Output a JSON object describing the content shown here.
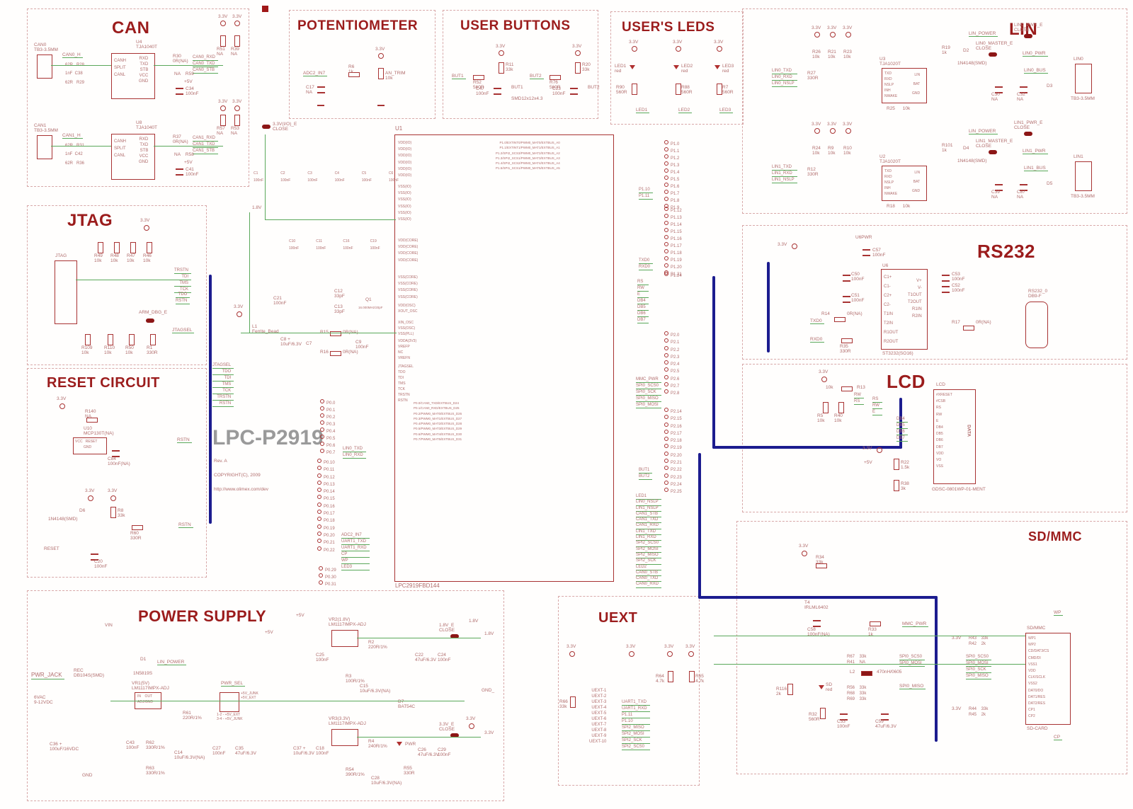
{
  "board": {
    "name": "LPC-P2919",
    "rev": "Rev. A",
    "copyright": "COPYRIGHT(C), 2009",
    "url": "http://www.olimex.com/dev",
    "mcu_ref": "U1",
    "mcu_part": "LPC2919FBD144"
  },
  "colors": {
    "title_red": "#9b1c1c",
    "component_red": "#a83232",
    "label_red": "#b06c6c",
    "wire_green": "#5aa85a",
    "bus_blue": "#1c1c8f"
  },
  "blocks": {
    "can": {
      "title": "CAN",
      "ch0": {
        "conn": "CAN0\nTB3-3.5MM",
        "net_in": "CAN0_H",
        "rin": [
          "62R   R28",
          "1nF  C38",
          "62R   R29"
        ],
        "ic": "U4\nTJA1040T",
        "pl": [
          "CANH",
          "SPLIT",
          "CANL"
        ],
        "pr": [
          "RXD",
          "TXD",
          "STB",
          "VCC",
          "GND"
        ],
        "rs": "R30\n0R(NA)",
        "nets": [
          "CAN0_RXD",
          "CAN0_TXD",
          "CAN0_STB"
        ],
        "rstb": "NA    R59",
        "p5": "+5V",
        "cap": "C34\n100nF",
        "v33": [
          "3.3V",
          "3.3V"
        ],
        "pu": [
          "R51\nNA",
          "R39\nNA"
        ]
      },
      "ch1": {
        "conn": "CAN1\nTB3-3.5MM",
        "net_in": "CAN1_H",
        "rin": [
          "62R   R31",
          "1nF  C42",
          "62R   R36"
        ],
        "ic": "U8\nTJA1040T",
        "pl": [
          "CANH",
          "SPLIT",
          "CANL"
        ],
        "pr": [
          "RXD",
          "TXD",
          "STB",
          "VCC",
          "GND"
        ],
        "rs": "R37\n0R(NA)",
        "nets": [
          "CAN1_RXD",
          "CAN1_TXD",
          "CAN1_STB"
        ],
        "rstb": "NA    R58",
        "p5": "+5V",
        "cap": "C41\n100nF",
        "v33": [
          "3.3V",
          "3.3V"
        ],
        "pu": [
          "R57\nNA",
          "R53\nNA"
        ]
      }
    },
    "jtag": {
      "title": "JTAG",
      "v33": "3.3V",
      "conn": "JTAG",
      "pullups": [
        "R49\n10k",
        "R48\n10k",
        "R47\n10k",
        "R46\n10k"
      ],
      "sig1": [
        "TRSTN",
        "TDI",
        "TMS",
        "TCK"
      ],
      "sig2": [
        "TDO",
        "RSTN"
      ],
      "jumper": "ARM_DBG_E",
      "net": "JTAGSEL",
      "bottom": [
        "R109\n10k",
        "R110\n10k",
        "R50\n10k",
        "R1\n330R"
      ]
    },
    "reset": {
      "title": "RESET CIRCUIT",
      "v33": [
        "3.3V",
        "3.3V",
        "3.3V"
      ],
      "r140": "R140\nNA",
      "u10": "U10\nMCP130T(NA)",
      "u10_pl": "VCC   RESET",
      "u10_gnd": "GND",
      "c84": "C84\n100nF(NA)",
      "rstn": "RSTN",
      "d6": "D6",
      "d6v": "1N4148(SMD)",
      "r8": "R8\n33k",
      "r60": "R60\n330R",
      "rstn2": "RSTN",
      "btn": "RESET",
      "c20": "C20\n100nF"
    },
    "pot": {
      "title": "POTENTIOMETER",
      "v33": "3.3V",
      "net": "ADC2_IN7",
      "r6": "R6\n1k",
      "trim": "AN_TRIM\n10k",
      "c17": "C17\nNA"
    },
    "buttons": {
      "title": "USER BUTTONS",
      "v33": [
        "3.3V",
        "3.3V"
      ],
      "b1": {
        "net": "BUT1",
        "rs": "R52\n560R",
        "rp": "R11\n33k",
        "cap": "C47\n100nF",
        "btn": "BUT1",
        "pkg": "SMD12x12x4.3"
      },
      "b2": {
        "net": "BUT2",
        "rs": "R76\n560R",
        "rp": "R20\n33k",
        "cap": "C23\n100nF",
        "btn": "BUT2"
      }
    },
    "leds": {
      "title": "USER'S LEDS",
      "v33": [
        "3.3V",
        "3.3V",
        "3.3V"
      ],
      "l1": {
        "led": "LED1\nred",
        "r": "R90\n560R",
        "net": "LED1"
      },
      "l2": {
        "led": "LED2\nred",
        "r": "R88\n560R",
        "net": "LED2"
      },
      "l3": {
        "led": "LED3\nred",
        "r": "R7\n560R",
        "net": "LED3"
      }
    },
    "lin": {
      "title": "LIN",
      "ch0": {
        "nets": [
          "LIN0_TXD",
          "LIN0_RXD",
          "LIN0_NSLP"
        ],
        "rser": "R27\n330R",
        "v33": [
          "3.3V",
          "3.3V",
          "3.3V"
        ],
        "pu": [
          "R26\n10k",
          "R21\n10k",
          "R23\n10k"
        ],
        "ic": "U3\nTJA1020T",
        "pl": [
          "TXD",
          "RXD",
          "NSLP",
          "INH",
          "NWAKE"
        ],
        "pr": [
          "LIN",
          "BAT",
          "GND"
        ],
        "rwake": "R25      10k",
        "rlin": "R19\n1k",
        "d": "D2",
        "dv": "1N4148(SMD)",
        "master": "LIN0_MASTER_E\nCLOSE",
        "pwr_net": "LIN_POWER",
        "pwr_e": "LIN0_PWR_E\nCLOSE",
        "pwr": "LIN0_PWR",
        "bus": "LIN0_BUS",
        "caps": [
          "C30\nNA",
          "C32\nNA"
        ],
        "dz": "D3",
        "conn": "LIN0",
        "connv": "TB3-3.5MM"
      },
      "ch1": {
        "nets": [
          "LIN1_TXD",
          "LIN1_RXD",
          "LIN1_NSLP"
        ],
        "rser": "R12\n330R",
        "v33": [
          "3.3V",
          "3.3V",
          "3.3V"
        ],
        "pu": [
          "R24\n10k",
          "R9\n10k",
          "R10\n10k"
        ],
        "ic": "U2\nTJA1020T",
        "pl": [
          "TXD",
          "RXD",
          "NSLP",
          "INH",
          "NWAKE"
        ],
        "pr": [
          "LIN",
          "BAT",
          "GND"
        ],
        "rwake": "R18      10k",
        "rlin": "R101\n1k",
        "d": "D4",
        "dv": "1N4148(SMD)",
        "master": "LIN1_MASTER_E\nCLOSE",
        "pwr_net": "LIN_POWER",
        "pwr_e": "LIN1_PWR_E\nCLOSE",
        "pwr": "LIN1_PWR",
        "bus": "LIN1_BUS",
        "caps": [
          "C39\nNA",
          "C87\nNA"
        ],
        "dz": "D5",
        "conn": "LIN1",
        "connv": "TB3-3.5MM"
      }
    },
    "rs232": {
      "title": "RS232",
      "v33": "3.3V",
      "u6pwr": "U6PWR",
      "c57": "C57\n100nF",
      "ic_ref": "U6",
      "ic_part": "ST3232(SO16)",
      "pl": [
        "C1+",
        "C1-",
        "C2+",
        "C2-",
        "T1IN",
        "T2IN",
        "R1OUT",
        "R2OUT"
      ],
      "pr": [
        "V+",
        "V-",
        "T1OUT",
        "T2OUT",
        "R1IN",
        "R2IN"
      ],
      "c50": "C50\n100nF",
      "c51": "C51\n100nF",
      "c53": "C53\n100nF",
      "c52": "C52\n100nF",
      "r14": "R14",
      "r14v": "0R(NA)",
      "txd": "TXD0",
      "rxd": "RXD0",
      "r35": "R35\n330R",
      "r17": "R17",
      "r17v": "0R(NA)",
      "conn": "RS232_0\nDB9-F"
    },
    "lcd": {
      "title": "LCD",
      "v33": [
        "3.3V",
        "3.3V"
      ],
      "p5": "+5V",
      "r13": "10k",
      "r13r": "R13",
      "r5": "R5\n10k",
      "r40": "R40\n10k",
      "pull_nets": [
        "RW",
        "RS"
      ],
      "ctl_nets": [
        "RS",
        "RW",
        "E"
      ],
      "data_nets": [
        "DB4",
        "DB5",
        "DB6",
        "DB7"
      ],
      "conn": "LCD",
      "pins": [
        "#XRESET",
        "#CSB",
        "RS",
        "RW",
        "E",
        "DB4",
        "DB5",
        "DB6",
        "DB7",
        "VDD",
        "VO",
        "VSS"
      ],
      "vert": "DATA",
      "part": "GDSC-0801WP-01-MENT",
      "r22": "R22\n1.5k",
      "r38": "R38\n3k"
    },
    "sdmmc": {
      "title": "SD/MMC",
      "v33": [
        "3.3V",
        "3.3V",
        "3.3V"
      ],
      "r34": "R34\n33k",
      "t4": "T4\nIRLML6402",
      "c58": "C58\n100nF(NA)",
      "r33": "R33\n1k",
      "mmc": "MMC_PWR",
      "rnet1": [
        "R67    33k",
        "R41    NA"
      ],
      "nets1": [
        "SPI0_SCS0",
        "SPI0_MOSI"
      ],
      "l2": "L2",
      "l2v": "470nH/0605",
      "rnet2": [
        "R56    33k",
        "R68    33k",
        "R69    33k"
      ],
      "net_miso": "SPI0_MISO",
      "r116": "R116\n2k",
      "sdled": "SD\nred",
      "r32": "R32\n560R",
      "c33": "C33\n100nF",
      "c59": "C59\n47uF/6.3V",
      "wp": "WP",
      "rwp": [
        "R43    33k",
        "R42    2k"
      ],
      "conn_hdr": "SD/MMC",
      "pins": [
        "WP1",
        "WP2",
        "CD/DAT3/CS",
        "CMD/DI",
        "VSS1",
        "VDD",
        "CLK/SCLK",
        "VSS2",
        "DAT0/DO",
        "DAT1/RES",
        "DAT2/RES",
        "CP1",
        "CP2"
      ],
      "conn_ftr": "SD-CARD",
      "spi_nets": [
        "SPI0_SCS0",
        "SPI0_MOSI",
        "SPI0_SCK",
        "SPI0_MISO"
      ],
      "rcp": [
        "R44    33k",
        "R45    2k"
      ],
      "cp": "CP"
    },
    "uext": {
      "title": "UEXT",
      "v33": [
        "3.3V",
        "3.3V",
        "3.3V",
        "3.3V"
      ],
      "r66": "R66\n33k",
      "r64": "R64\n4.7k",
      "r65": "R65\n4.7k",
      "pins": [
        "UEXT-1",
        "UEXT-2",
        "UEXT-3",
        "UEXT-4",
        "UEXT-5",
        "UEXT-6",
        "UEXT-7",
        "UEXT-8",
        "UEXT-9",
        "UEXT-10"
      ],
      "nets": [
        "UART1_TXD",
        "UART1_RXD",
        "P1.11",
        "P1.10",
        "SPI2_MISO",
        "SPI2_MOSI",
        "SPI2_SCK",
        "SPI2_SCS0"
      ]
    },
    "power": {
      "title": "POWER SUPPLY",
      "vin": "VIN",
      "jack": "PWR_JACK",
      "jack_v": "6VAC\n9-12VDC",
      "rec": "REC\nDB104S(SMD)",
      "d1": "D1",
      "d1v": "1N5819S",
      "lin_power": "LIN_POWER",
      "vr1": "VR1(5V)\nLM1117IMPX-ADJ",
      "vrp": "IN    OUT",
      "vrg": "ADJ/GND",
      "pwr_sel": "PWR_SEL",
      "sel_notes": "1-2 - +5V_EXT\n3-4 - +5V_JUNK",
      "sel_nets": "+5V_JUNK\n+5V_EXT",
      "c36": "C36 +\n100uF/16VDC",
      "c43": "C43\n100nF",
      "r62": "R62\n330R/1%",
      "r63": "R63\n330R/1%",
      "r61": "R61\n220R/1%",
      "c14": "C14\n10uF/6.3V(NA)",
      "c27": "C27\n100nF",
      "c35": "C35\n47uF/6.3V",
      "gnd": "GND",
      "p5a": "+5V",
      "p5b": "+5V",
      "vr2": "VR2(1.8V)\nLM1117IMPX-ADJ",
      "c25": "C25\n100nF",
      "r2": "R2\n220R/1%",
      "r3": "R3\n100R/1%",
      "c15": "C15\n10uF/6.3V(NA)",
      "e18": "1.8V_E\nCLOSE",
      "v18a": "1.8V",
      "v18b": "1.8V",
      "c22": "C22\n47uF/6.3V",
      "c24": "C24\n100nF",
      "gnd2": "GND_",
      "d7": "D7\nBAT54C",
      "vr3": "VR3(3.3V)\nLM1117IMPX-ADJ",
      "c37": "C37 +\n10uF/6.3V",
      "c18": "C18\n100nF",
      "r4": "R4\n240R/1%",
      "r54": "R54\n390R/1%",
      "c28": "C28\n10uF/6.3V(NA)",
      "pwr_led": "PWR",
      "r55": "R55\n330R",
      "c26": "C26\n47uF/6.3V",
      "c29": "C29\n100nF",
      "e33": "3.3V_E\nCLOSE",
      "v33a": "3.3V",
      "v33b": "3.3V"
    }
  },
  "mcu": {
    "jp33": "3.3V(I/O)_E\nCLOSE",
    "v18": "1.8V",
    "v33": "3.3V",
    "caps1": [
      "C1\n100nF",
      "C2\n100nF",
      "C3\n100nF",
      "C4\n100nF",
      "C5\n100nF",
      "C6\n100nF"
    ],
    "caps2": [
      "C10\n100nF",
      "C11\n100nF",
      "C16\n100nF",
      "C19\n100nF"
    ],
    "osc": {
      "c21": "C21\n100nF",
      "c12": "C12\n33pF",
      "c13": "C13\n33pF",
      "q1": "Q1",
      "q1v": "16.000MHz/20pF",
      "l1": "L1\nFerrite_Bead",
      "c8": "C8 +\n10uF/6.3V",
      "c7": "C7",
      "r15": "R15",
      "r15v": "0R(NA)",
      "c9": "C9\n100nF",
      "r16": "R16",
      "r16v": "0R(NA)"
    },
    "left1": [
      "VDD(IO)",
      "VDD(IO)",
      "VDD(IO)",
      "VDD(IO)",
      "VDD(IO)",
      "VDD(IO)"
    ],
    "left2": [
      "VSS(IO)",
      "VSS(IO)",
      "VSS(IO)",
      "VSS(IO)",
      "VSS(IO)",
      "VSS(IO)"
    ],
    "left3": [
      "VDD(CORE)",
      "VDD(CORE)",
      "VDD(CORE)",
      "VDD(CORE)"
    ],
    "left4": [
      "VSS(CORE)",
      "VSS(CORE)",
      "VSS(CORE)",
      "VSS(CORE)"
    ],
    "left5": [
      "VDD(OSC)",
      "XOUT_OSC"
    ],
    "left6": [
      "XIN_OSC",
      "VSS(OSC)",
      "VSS(PLL)"
    ],
    "left7": [
      "VDDA(3V3)",
      "VREFP",
      "NC",
      "VREFN"
    ],
    "jtag_in": [
      "JTAGSEL",
      "TDO",
      "TDI",
      "TMS",
      "TCK",
      "TRSTN",
      "RSTN"
    ],
    "jtag_out": [
      "JTAGSEL",
      "TDO",
      "TDI",
      "TMS",
      "TCK",
      "TRSTN",
      "RSTN"
    ],
    "p0a": [
      "P0.0",
      "P0.1",
      "P0.2",
      "P0.3",
      "P0.4",
      "P0.5",
      "P0.6",
      "P0.7"
    ],
    "p0a_nets": [
      "LIN0_TXD",
      "LIN0_RXD"
    ],
    "p0b": [
      "P0.10",
      "P0.11",
      "P0.12",
      "P0.13",
      "P0.14",
      "P0.15",
      "P0.16",
      "P0.17",
      "P0.18",
      "P0.19",
      "P0.20",
      "P0.21",
      "P0.22"
    ],
    "p0b_nets": [
      "ADC2_IN7",
      "UART1_TXD",
      "UART1_RXD",
      "CP",
      "WP",
      "LED3"
    ],
    "p0c": [
      "P0.29",
      "P0.30",
      "P0.31"
    ],
    "p0_funcs": [
      "P0.0/CAN0_TXD/EXTBUS_D24",
      "P0.1/CAN0_RXD/EXTBUS_D25",
      "P0.2/PWM0_MAT0/EXTBUS_D26",
      "P0.3/PWM0_MAT1/EXTBUS_D27",
      "P0.4/PWM0_MAT2/EXTBUS_D28",
      "P0.5/PWM0_MAT3/EXTBUS_D29",
      "P0.6/PWM0_MAT4/EXTBUS_D30",
      "P0.7/PWM0_MAT5/EXTBUS_D31"
    ],
    "p1_funcs": [
      "P1.0/EXTINT0/PWM0_MAT0/EXTBUS_A0",
      "P1.1/EXTINT1/PWM0_MAT1/EXTBUS_A1",
      "P1.2/SPI2_SCS3/PWM0_MAT2/EXTBUS_A2",
      "P1.3/SPI2_SCS1/PWM0_MAT3/EXTBUS_A3",
      "P1.4/SPI2_SCS2/PWM3_MAT4/EXTBUS_A4",
      "P1.5/SPI1_SCS1/PWM0_MAT5/EXTBUS_A5"
    ],
    "p1a": [
      "P1.0",
      "P1.1",
      "P1.2",
      "P1.3",
      "P1.4",
      "P1.5",
      "P1.6",
      "P1.7",
      "P1.8",
      "P1.9"
    ],
    "p1_nets": [
      "P1.10",
      "P1.11"
    ],
    "p1b": [
      "P1.12",
      "P1.13",
      "P1.14",
      "P1.15",
      "P1.16",
      "P1.17",
      "P1.18",
      "P1.19",
      "P1.20",
      "P1.21"
    ],
    "uart0": [
      "TXD0",
      "RXD0"
    ],
    "p124": "P1.24",
    "lcd_nets": [
      "RS",
      "RW",
      "E",
      "DB4",
      "DB5",
      "DB6",
      "DB7"
    ],
    "p2a": [
      "P2.0",
      "P2.1",
      "P2.2",
      "P2.3",
      "P2.4",
      "P2.5",
      "P2.6",
      "P2.7",
      "P2.8"
    ],
    "p2a_nets": [
      "MMC_PWR",
      "SPI0_SCS0",
      "SPI0_SCK",
      "SPI0_MISO",
      "SPI0_MOSI"
    ],
    "p2b": [
      "P2.14",
      "P2.15",
      "P2.16",
      "P2.17",
      "P2.18",
      "P2.19",
      "P2.20",
      "P2.21",
      "P2.22",
      "P2.23",
      "P2.24",
      "P2.25"
    ],
    "but": [
      "BUT1",
      "BUT2"
    ],
    "bottom": [
      "LED1",
      "LIN0_NSLP",
      "LIN1_NSLP",
      "CAN1_STB",
      "CAN1_TXD",
      "CAN1_RXD",
      "LIN1_TXD",
      "LIN1_RXD",
      "SPI2_SCS0",
      "SPI2_MOSI",
      "SPI2_MISO",
      "SPI2_SCK",
      "LED2",
      "CAN0_STB",
      "CAN0_TXD",
      "CAN0_RXD"
    ]
  }
}
